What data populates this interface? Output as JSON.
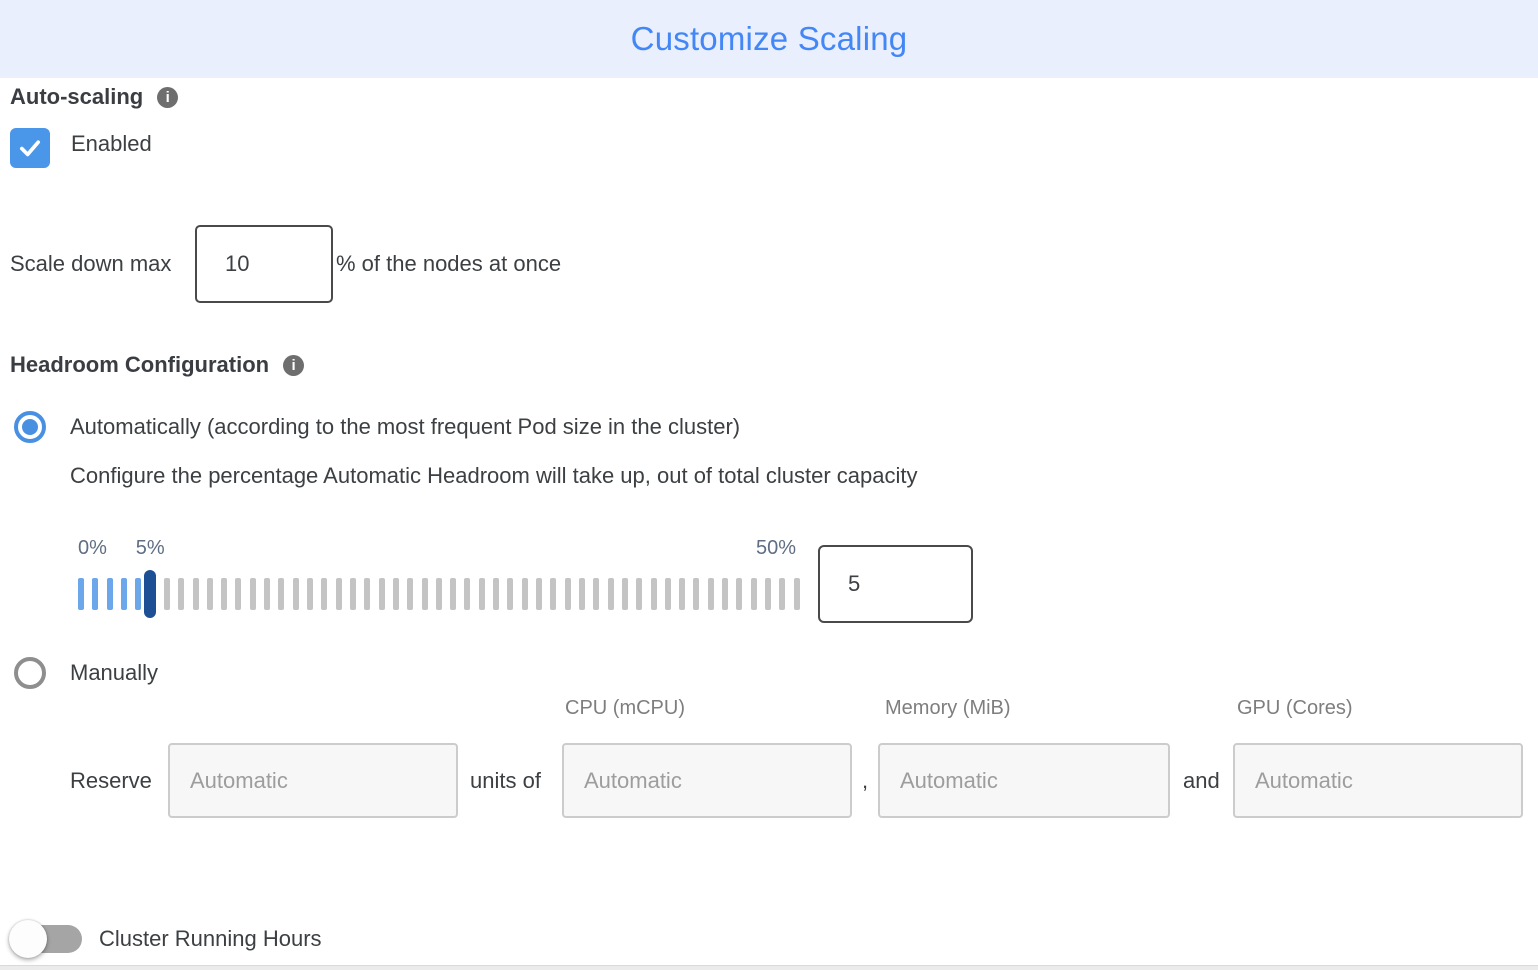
{
  "header": {
    "title": "Customize Scaling"
  },
  "icons": {
    "info_glyph": "i"
  },
  "autoscaling": {
    "label": "Auto-scaling",
    "checkbox_label": "Enabled",
    "checked": true
  },
  "scale_down": {
    "prefix": "Scale down max",
    "value": "10",
    "suffix": "% of the nodes at once"
  },
  "headroom": {
    "label": "Headroom Configuration",
    "auto_option_label": "Automatically (according to the most frequent Pod size in the cluster)",
    "auto_option_selected": true,
    "auto_description": "Configure the percentage Automatic Headroom will take up, out of total cluster capacity",
    "manual_option_label": "Manually",
    "manual_option_selected": false,
    "slider": {
      "min": 0,
      "max": 50,
      "value": 5,
      "min_label": "0%",
      "current_label": "5%",
      "max_label": "50%",
      "value_input": "5"
    }
  },
  "manual_reserve": {
    "columns": [
      "CPU (mCPU)",
      "Memory (MiB)",
      "GPU (Cores)"
    ],
    "reserve_label": "Reserve",
    "units_of_label": "units of",
    "comma_label": ",",
    "and_label": "and",
    "placeholders": [
      "Automatic",
      "Automatic",
      "Automatic",
      "Automatic"
    ]
  },
  "cluster_running_hours": {
    "label": "Cluster Running Hours",
    "enabled": false
  },
  "colors": {
    "header_bg": "#e9effc",
    "title_blue": "#4386f5",
    "checkbox_blue": "#4a96e8",
    "radio_blue": "#4a90e2",
    "slider_active": "#6ba7ea",
    "slider_handle": "#1d4f94",
    "slider_inactive": "#c4c4c4",
    "toggle_track_off": "#a5a5a5"
  }
}
